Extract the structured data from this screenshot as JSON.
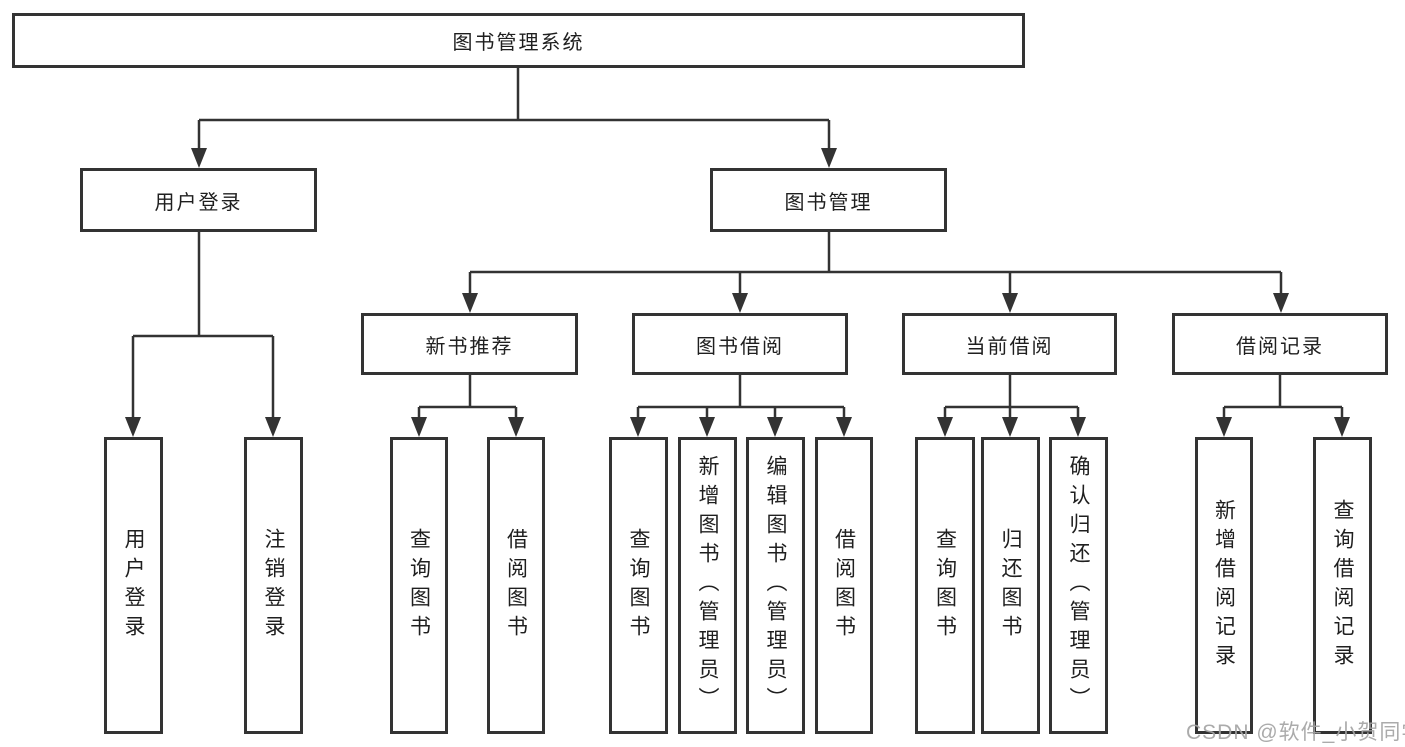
{
  "colors": {
    "line": "#333333",
    "box_border": "#333333",
    "box_background": "#ffffff",
    "text": "#1f1f1f",
    "watermark": "#a4a4a4"
  },
  "nodes": {
    "root": "图书管理系统",
    "level2": [
      "用户登录",
      "图书管理"
    ],
    "level3": [
      "新书推荐",
      "图书借阅",
      "当前借阅",
      "借阅记录"
    ],
    "leaves": {
      "login": [
        "用户登录",
        "注销登录"
      ],
      "recommend": [
        "查询图书",
        "借阅图书"
      ],
      "borrow": [
        "查询图书",
        "新增图书（管理员）",
        "编辑图书（管理员）",
        "借阅图书"
      ],
      "current": [
        "查询图书",
        "归还图书",
        "确认归还（管理员）"
      ],
      "records": [
        "新增借阅记录",
        "查询借阅记录"
      ]
    }
  },
  "watermark": "CSDN @软件_小贺同学"
}
